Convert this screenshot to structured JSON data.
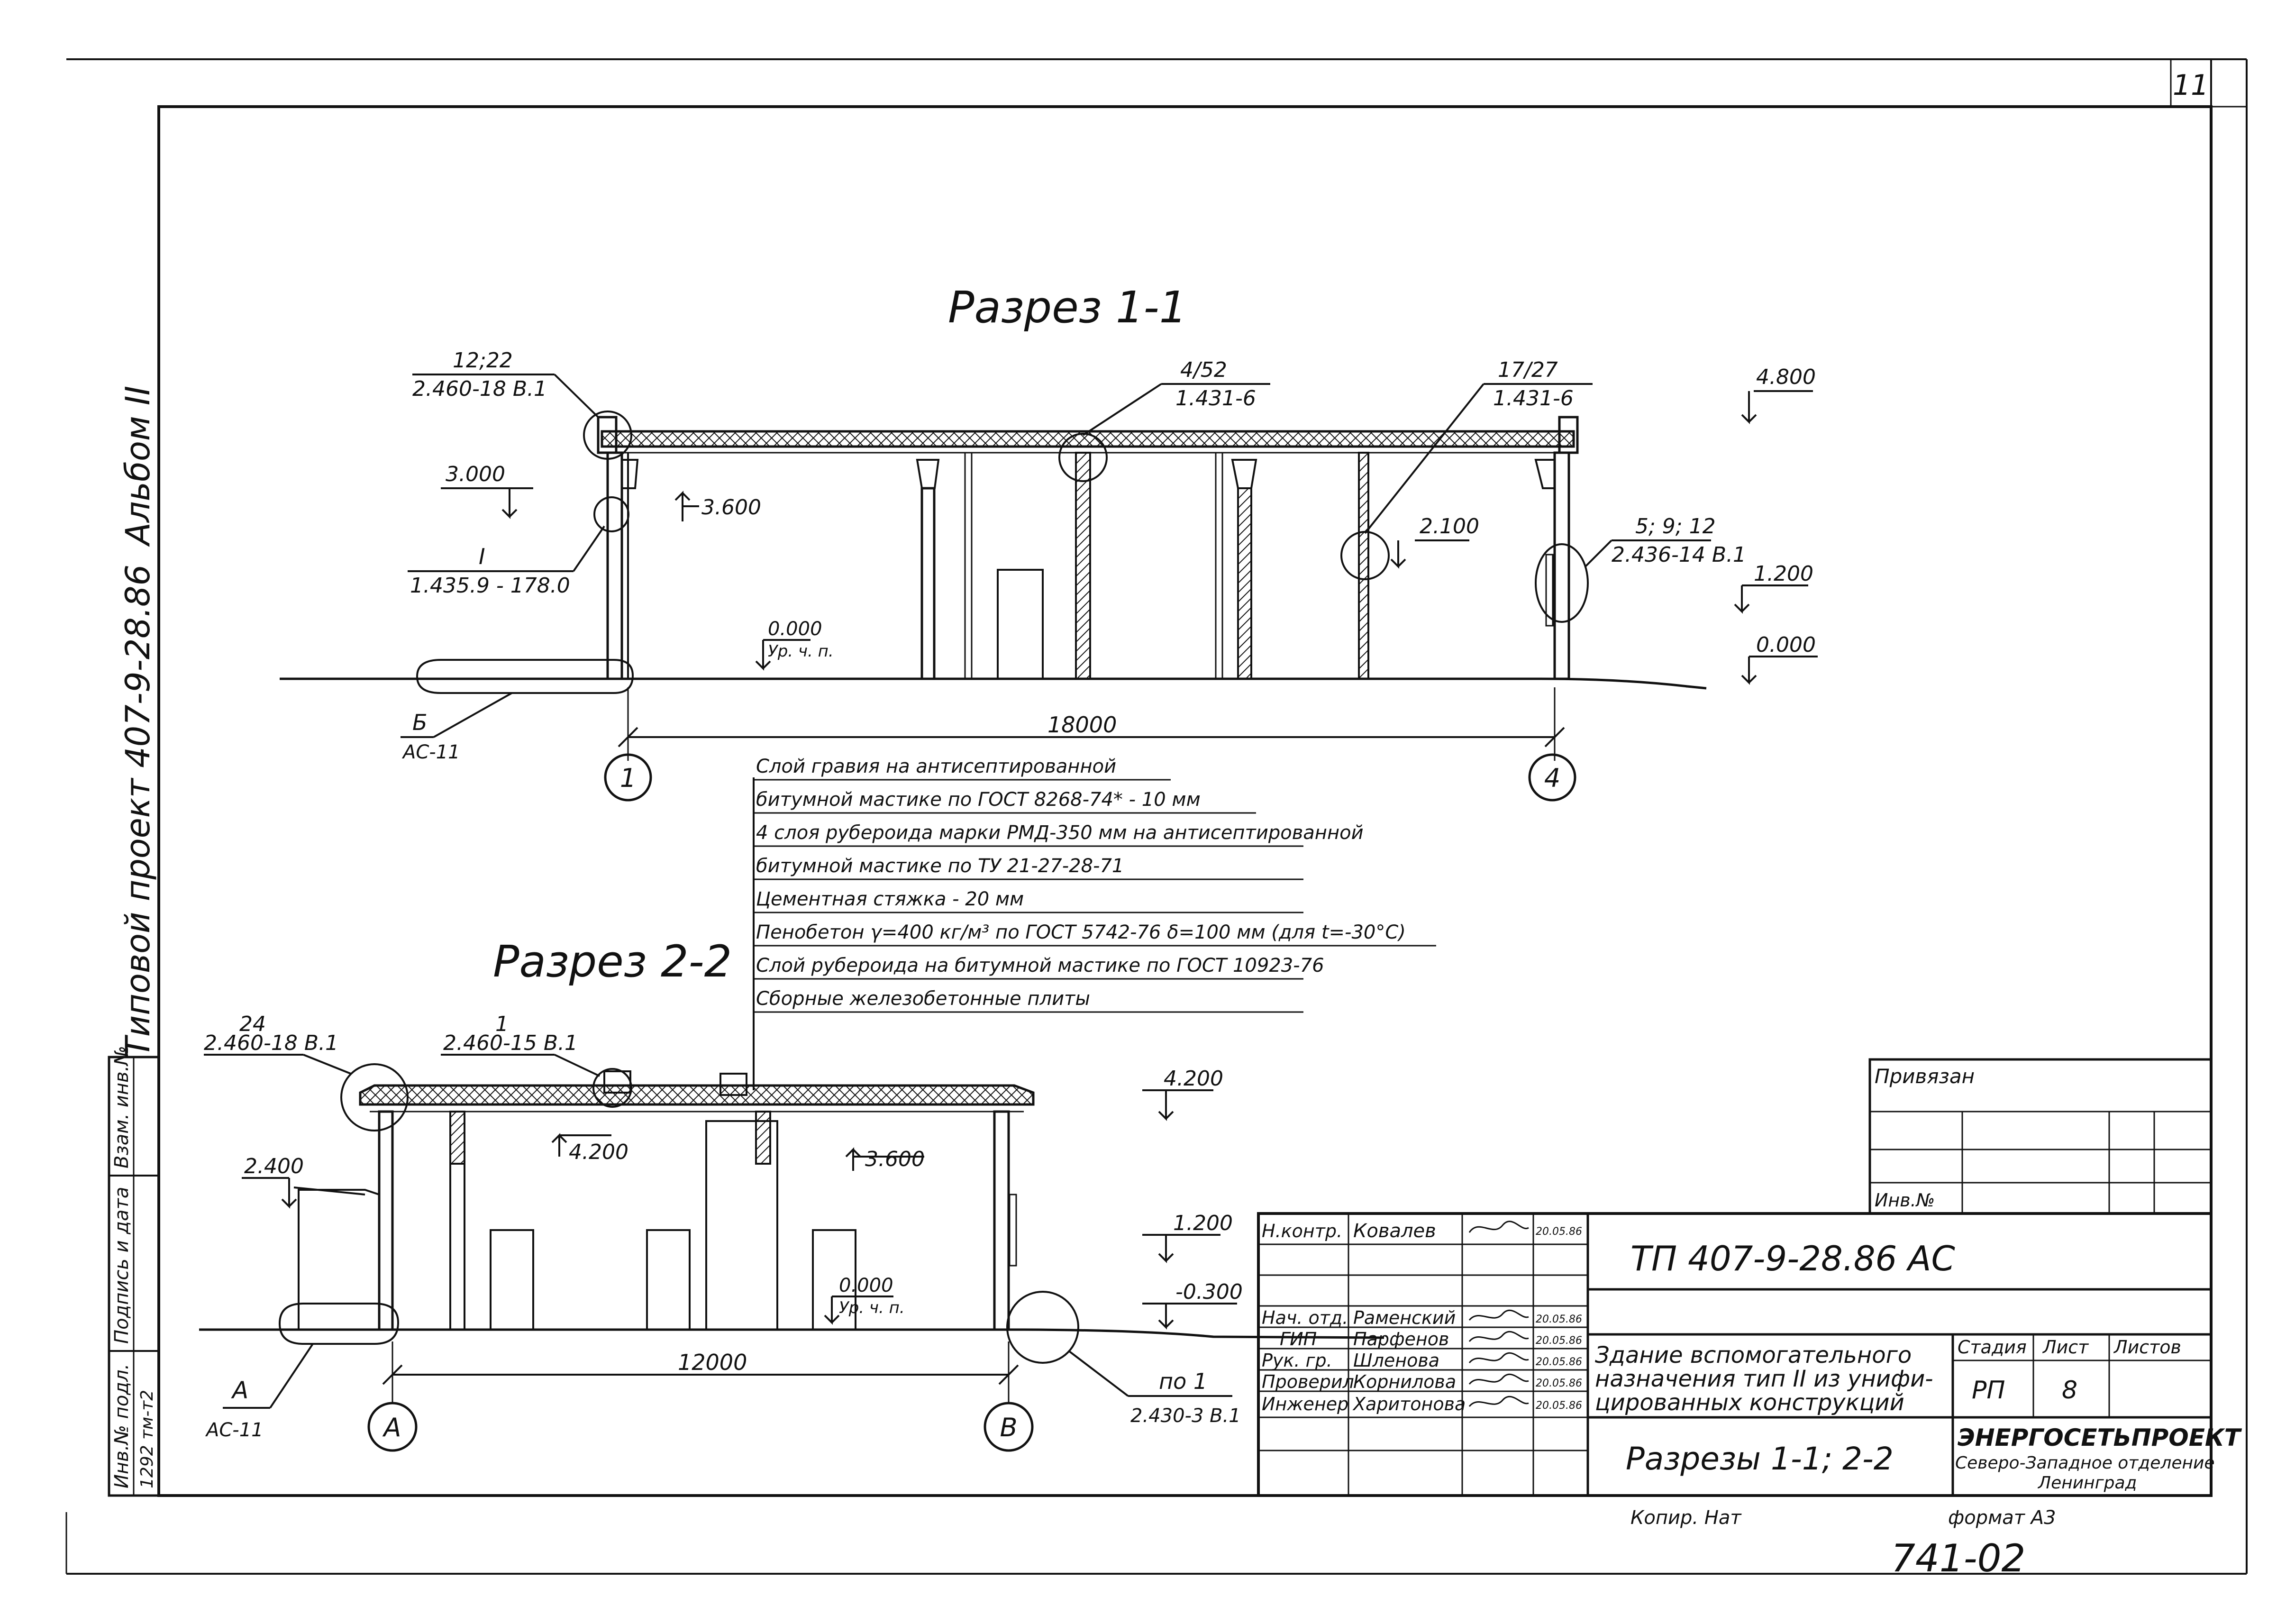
{
  "sheet": {
    "page_number": "11",
    "bottom_number": "741-02",
    "album_label": "Альбом II",
    "project_label": "Типовой проект   407-9-28.86",
    "copy_label": "Копир. Нат",
    "format_label": "формат  А3"
  },
  "side_stamp": {
    "col1": "Взам. инв.№",
    "col2": "Подпись и дата",
    "col3": "Инв.№ подл.",
    "col3_value": "1292 тм-т2"
  },
  "section1": {
    "title": "Разрез 1-1",
    "callouts": {
      "c1_top": "12;22",
      "c1_bot": "2.460-18 В.1",
      "c2_top": "4/52",
      "c2_bot": "1.431-6",
      "c3_top": "17/27",
      "c3_bot": "1.431-6",
      "c4_top": "5; 9; 12",
      "c4_bot": "2.436-14 В.1",
      "c5_top": "I",
      "c5_bot": "1.435.9 - 178.0",
      "c6_top": "Б",
      "c6_bot": "АС-11"
    },
    "levels": {
      "l3000": "3.000",
      "l3600": "3.600",
      "l4800": "4.800",
      "l2100": "2.100",
      "l1200": "1.200",
      "l0000": "0.000",
      "l0000b": "0.000",
      "floor_note": "Ур. ч. п."
    },
    "dimension": "18000",
    "axis_left": "1",
    "axis_right": "4"
  },
  "roof_layers": [
    "Слой гравия на антисептированной",
    "битумной мастике по ГОСТ 8268-74* - 10 мм",
    "4 слоя рубероида марки РМД-350 мм на антисептированной",
    "битумной мастике по ТУ 21-27-28-71",
    "Цементная стяжка - 20 мм",
    "Пенобетон γ=400 кг/м³ по ГОСТ 5742-76 δ=100 мм (для t=-30°C)",
    "Слой рубероида на битумной мастике по ГОСТ 10923-76",
    "Сборные железобетонные плиты"
  ],
  "section2": {
    "title": "Разрез 2-2",
    "callouts": {
      "c1_top": "24",
      "c1_bot": "2.460-18 В.1",
      "c2_top": "1",
      "c2_bot": "2.460-15 В.1",
      "c3_top": "А",
      "c3_bot": "АС-11",
      "c4_top": "по 1",
      "c4_bot": "2.430-3 В.1"
    },
    "levels": {
      "l2400": "2.400",
      "l4200": "4.200",
      "l4200b": "4.200",
      "l3600": "3.600",
      "l1200": "1.200",
      "lm0300": "-0.300",
      "l0000": "0.000",
      "floor_note": "Ур. ч. п."
    },
    "dimension": "12000",
    "axis_left": "А",
    "axis_right": "В"
  },
  "title_block": {
    "privyazan": "Привязан",
    "inv_no": "Инв.№",
    "code": "ТП     407-9-28.86        АС",
    "object_line1": "Здание вспомогательного",
    "object_line2": "назначения тип II из унифи-",
    "object_line3": "цированных конструкций",
    "sheet_title": "Разрезы 1-1; 2-2",
    "stage_head": "Стадия",
    "sheet_head": "Лист",
    "sheets_head": "Листов",
    "stage_val": "РП",
    "sheet_val": "8",
    "org_line1": "ЭНЕРГОСЕТЬПРОЕКТ",
    "org_line2": "Северо-Западное отделение",
    "org_line3": "Ленинград",
    "people": [
      {
        "role": "Н.контр.",
        "name": "Ковалев",
        "date": "20.05.86"
      },
      {
        "role": "Нач. отд.",
        "name": "Раменский",
        "date": "20.05.86"
      },
      {
        "role": "ГИП",
        "name": "Парфенов",
        "date": "20.05.86"
      },
      {
        "role": "Рук. гр.",
        "name": "Шленова",
        "date": "20.05.86"
      },
      {
        "role": "Проверил",
        "name": "Корнилова",
        "date": "20.05.86"
      },
      {
        "role": "Инженер",
        "name": "Харитонова",
        "date": "20.05.86"
      }
    ]
  }
}
